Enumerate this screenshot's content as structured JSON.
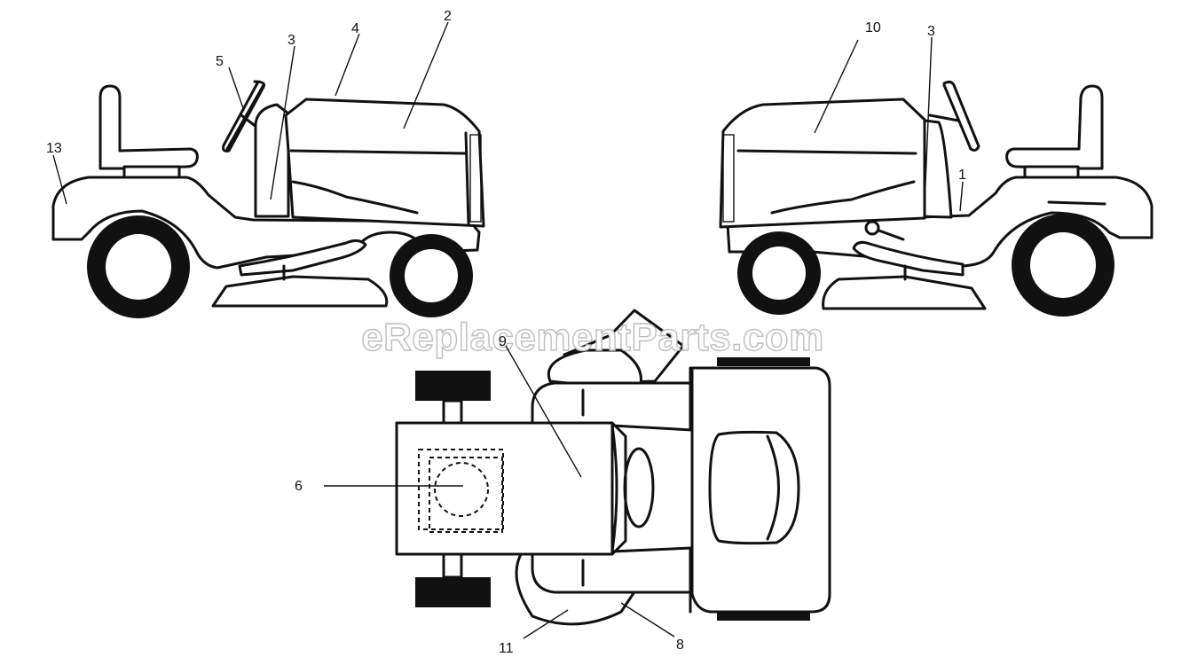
{
  "watermark": "eReplacementParts.com",
  "callouts": [
    {
      "id": "13",
      "label": "13"
    },
    {
      "id": "5",
      "label": "5"
    },
    {
      "id": "3-left",
      "label": "3"
    },
    {
      "id": "4",
      "label": "4"
    },
    {
      "id": "2",
      "label": "2"
    },
    {
      "id": "10",
      "label": "10"
    },
    {
      "id": "3-right",
      "label": "3"
    },
    {
      "id": "1",
      "label": "1"
    },
    {
      "id": "9",
      "label": "9"
    },
    {
      "id": "6",
      "label": "6"
    },
    {
      "id": "11",
      "label": "11"
    },
    {
      "id": "8",
      "label": "8"
    }
  ]
}
